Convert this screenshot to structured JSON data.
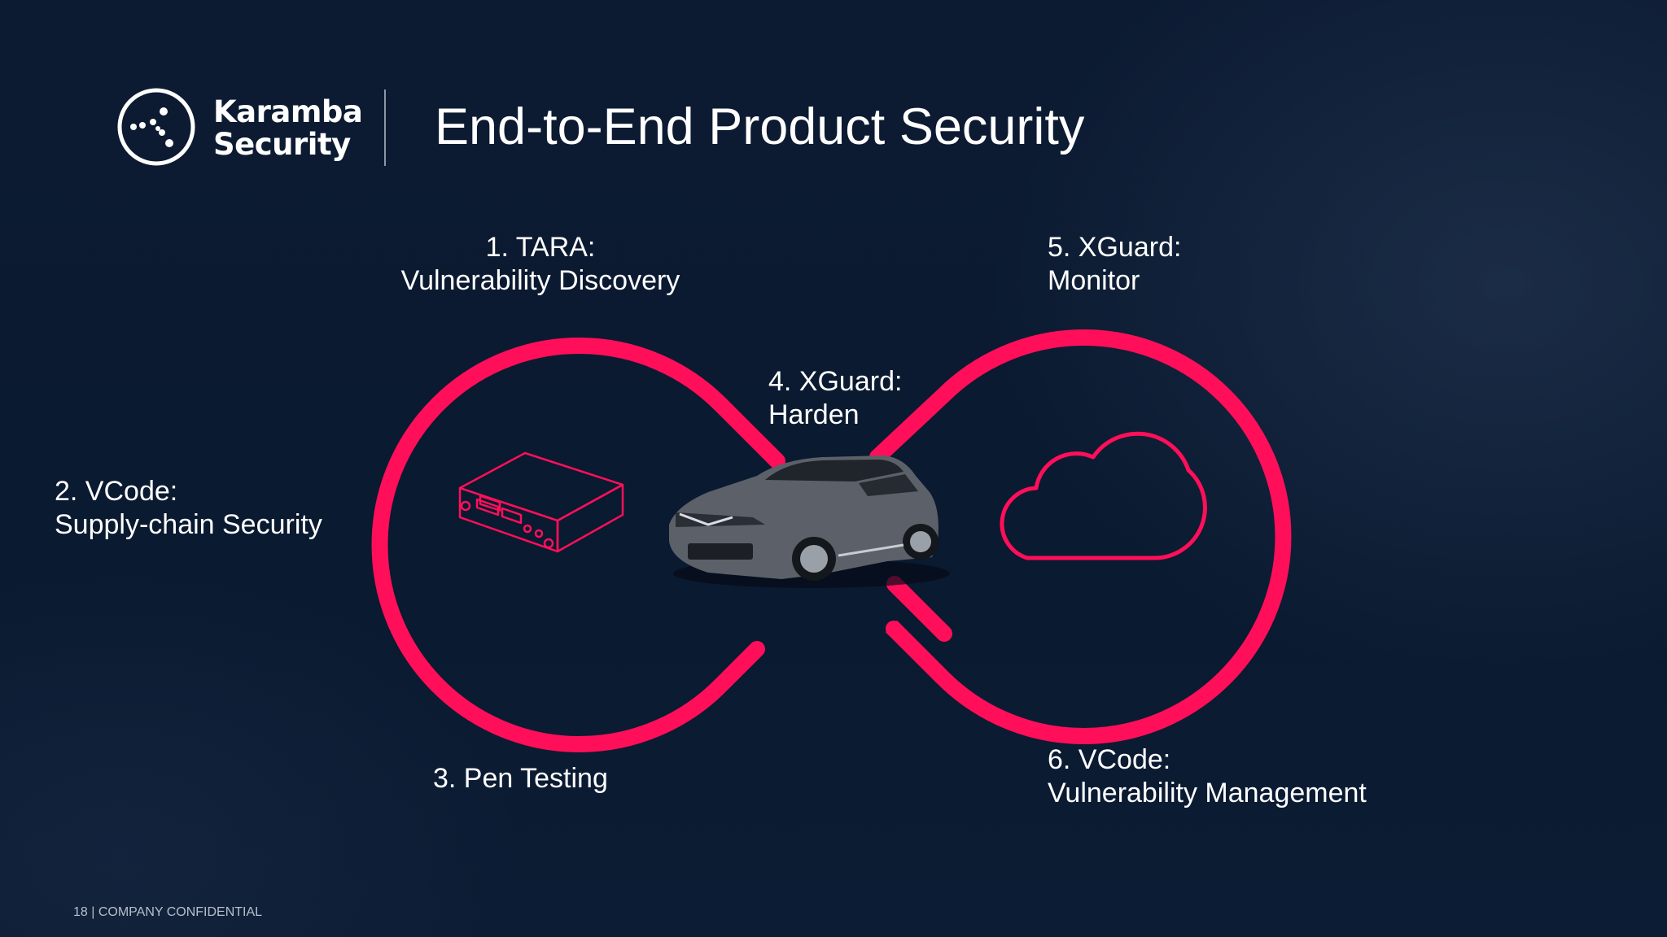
{
  "header": {
    "logo_line1": "Karamba",
    "logo_line2": "Security",
    "title": "End-to-End Product Security"
  },
  "steps": [
    {
      "line1": "1. TARA:",
      "line2": "Vulnerability Discovery"
    },
    {
      "line1": "2. VCode:",
      "line2": "Supply-chain Security"
    },
    {
      "line1": "3. Pen Testing",
      "line2": ""
    },
    {
      "line1": "4. XGuard:",
      "line2": "Harden"
    },
    {
      "line1": "5. XGuard:",
      "line2": "Monitor"
    },
    {
      "line1": "6. VCode:",
      "line2": "Vulnerability Management"
    }
  ],
  "footer": {
    "page_number": "18",
    "separator": " | ",
    "confidentiality": "COMPANY CONFIDENTIAL"
  },
  "icons": {
    "logo": "karamba-logo-icon",
    "left_loop": "ecu-device-icon",
    "center": "car-icon",
    "right_loop": "cloud-icon"
  },
  "colors": {
    "background": "#0b1a30",
    "accent": "#ff0f5a",
    "text": "#ffffff"
  }
}
